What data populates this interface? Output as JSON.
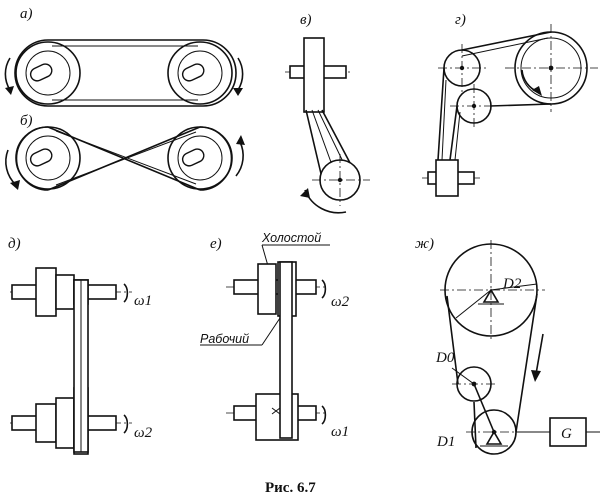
{
  "panels": {
    "a": {
      "label": "а)"
    },
    "b": {
      "label": "б)"
    },
    "v": {
      "label": "в)"
    },
    "g": {
      "label": "г)"
    },
    "d": {
      "label": "д)",
      "omega_top": "ω1",
      "omega_bottom": "ω2"
    },
    "e": {
      "label": "е)",
      "idle_pulley": "Холостой",
      "working_pulley": "Рабочий",
      "omega_top": "ω2",
      "omega_bottom": "ω1"
    },
    "zh": {
      "label": "ж)",
      "d2": "D2",
      "d0": "D0",
      "d1": "D1",
      "box": "G"
    }
  },
  "caption": "Рис. 6.7"
}
